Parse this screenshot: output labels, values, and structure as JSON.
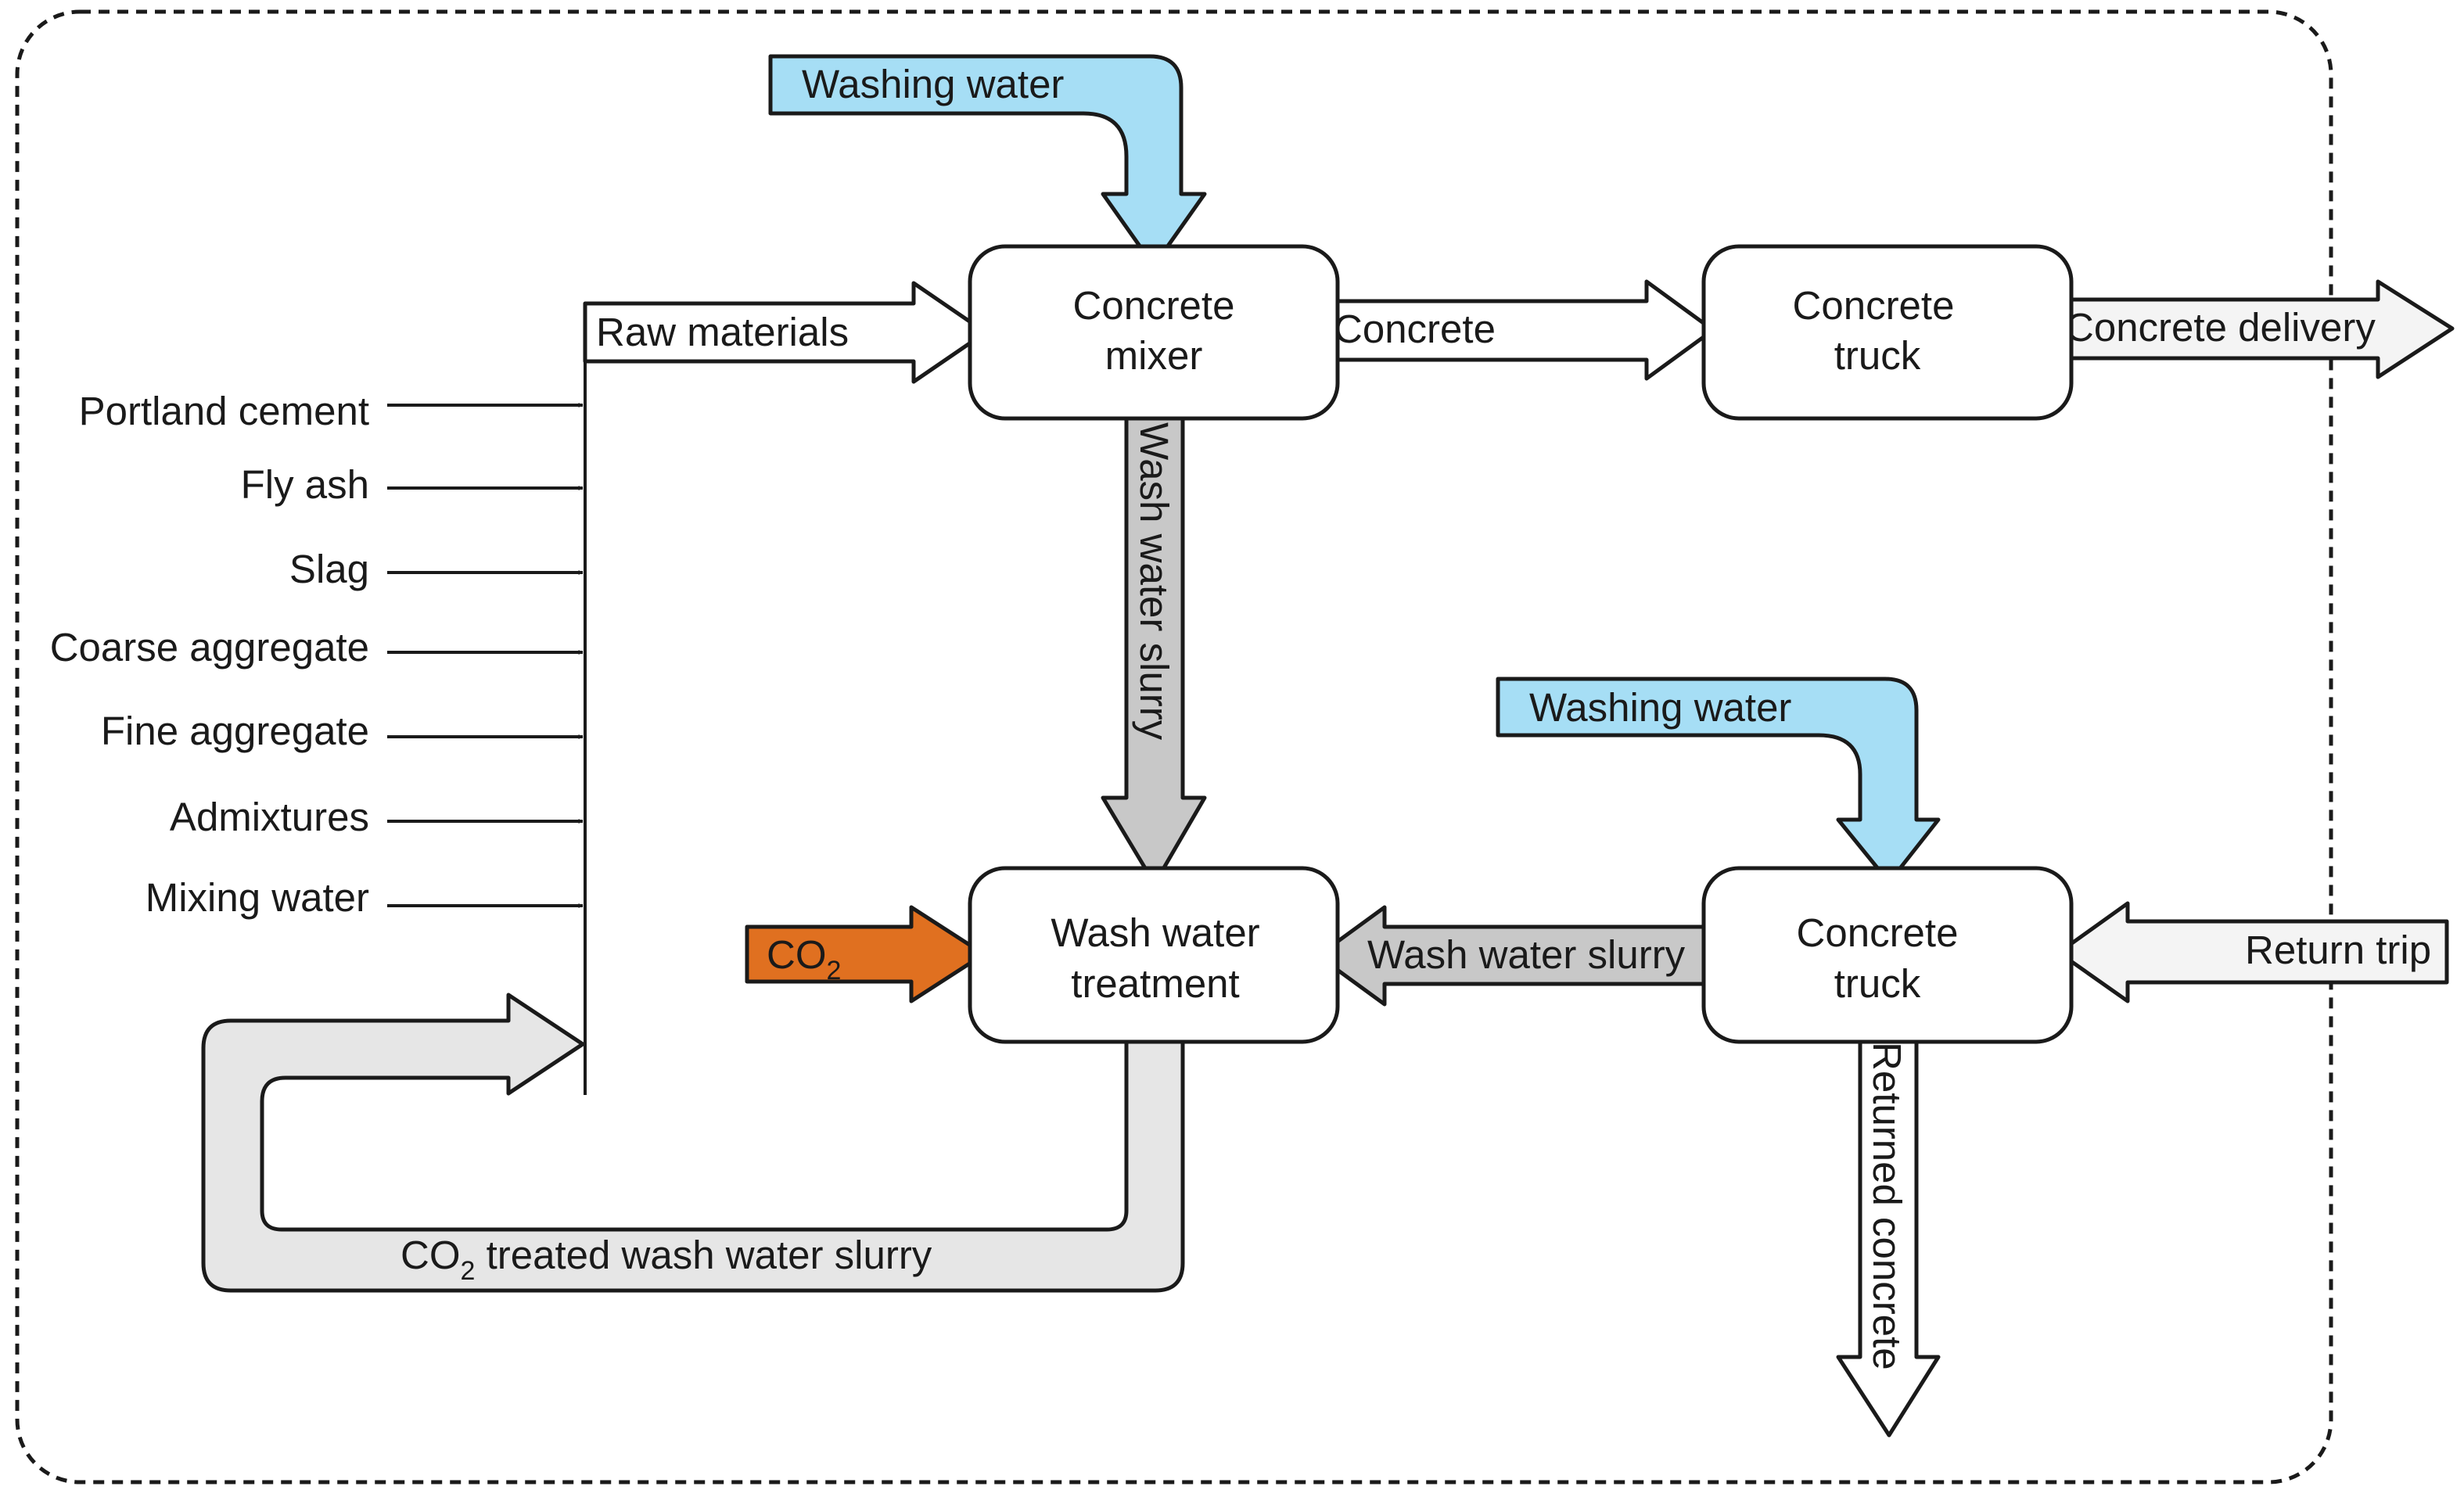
{
  "diagram": {
    "processes": {
      "mixer": [
        "Concrete",
        "mixer"
      ],
      "truck_top": [
        "Concrete",
        "truck"
      ],
      "treatment": [
        "Wash water",
        "treatment"
      ],
      "truck_bottom": [
        "Concrete",
        "truck"
      ]
    },
    "inputs": [
      "Portland cement",
      "Fly ash",
      "Slag",
      "Coarse aggregate",
      "Fine aggregate",
      "Admixtures",
      "Mixing water"
    ],
    "flows": {
      "washing_water_top": "Washing water",
      "washing_water_bottom": "Washing water",
      "raw_materials": "Raw materials",
      "concrete": "Concrete",
      "concrete_delivery": "Concrete delivery",
      "wash_slurry_vertical": "Wash water slurry",
      "wash_slurry_horizontal": "Wash water slurry",
      "co2_base": "CO",
      "co2_sub": "2",
      "return_trip": "Return trip",
      "returned_concrete": "Returned concrete",
      "treated_pre": "CO",
      "treated_sub": "2",
      "treated_post": " treated wash water slurry"
    },
    "colors": {
      "washing_water": "#a6def5",
      "co2": "#e07020",
      "slurry": "#c8c8c8",
      "treated": "#e6e6e6",
      "light": "#f4f4f4",
      "outline": "#1a1a1a"
    }
  }
}
